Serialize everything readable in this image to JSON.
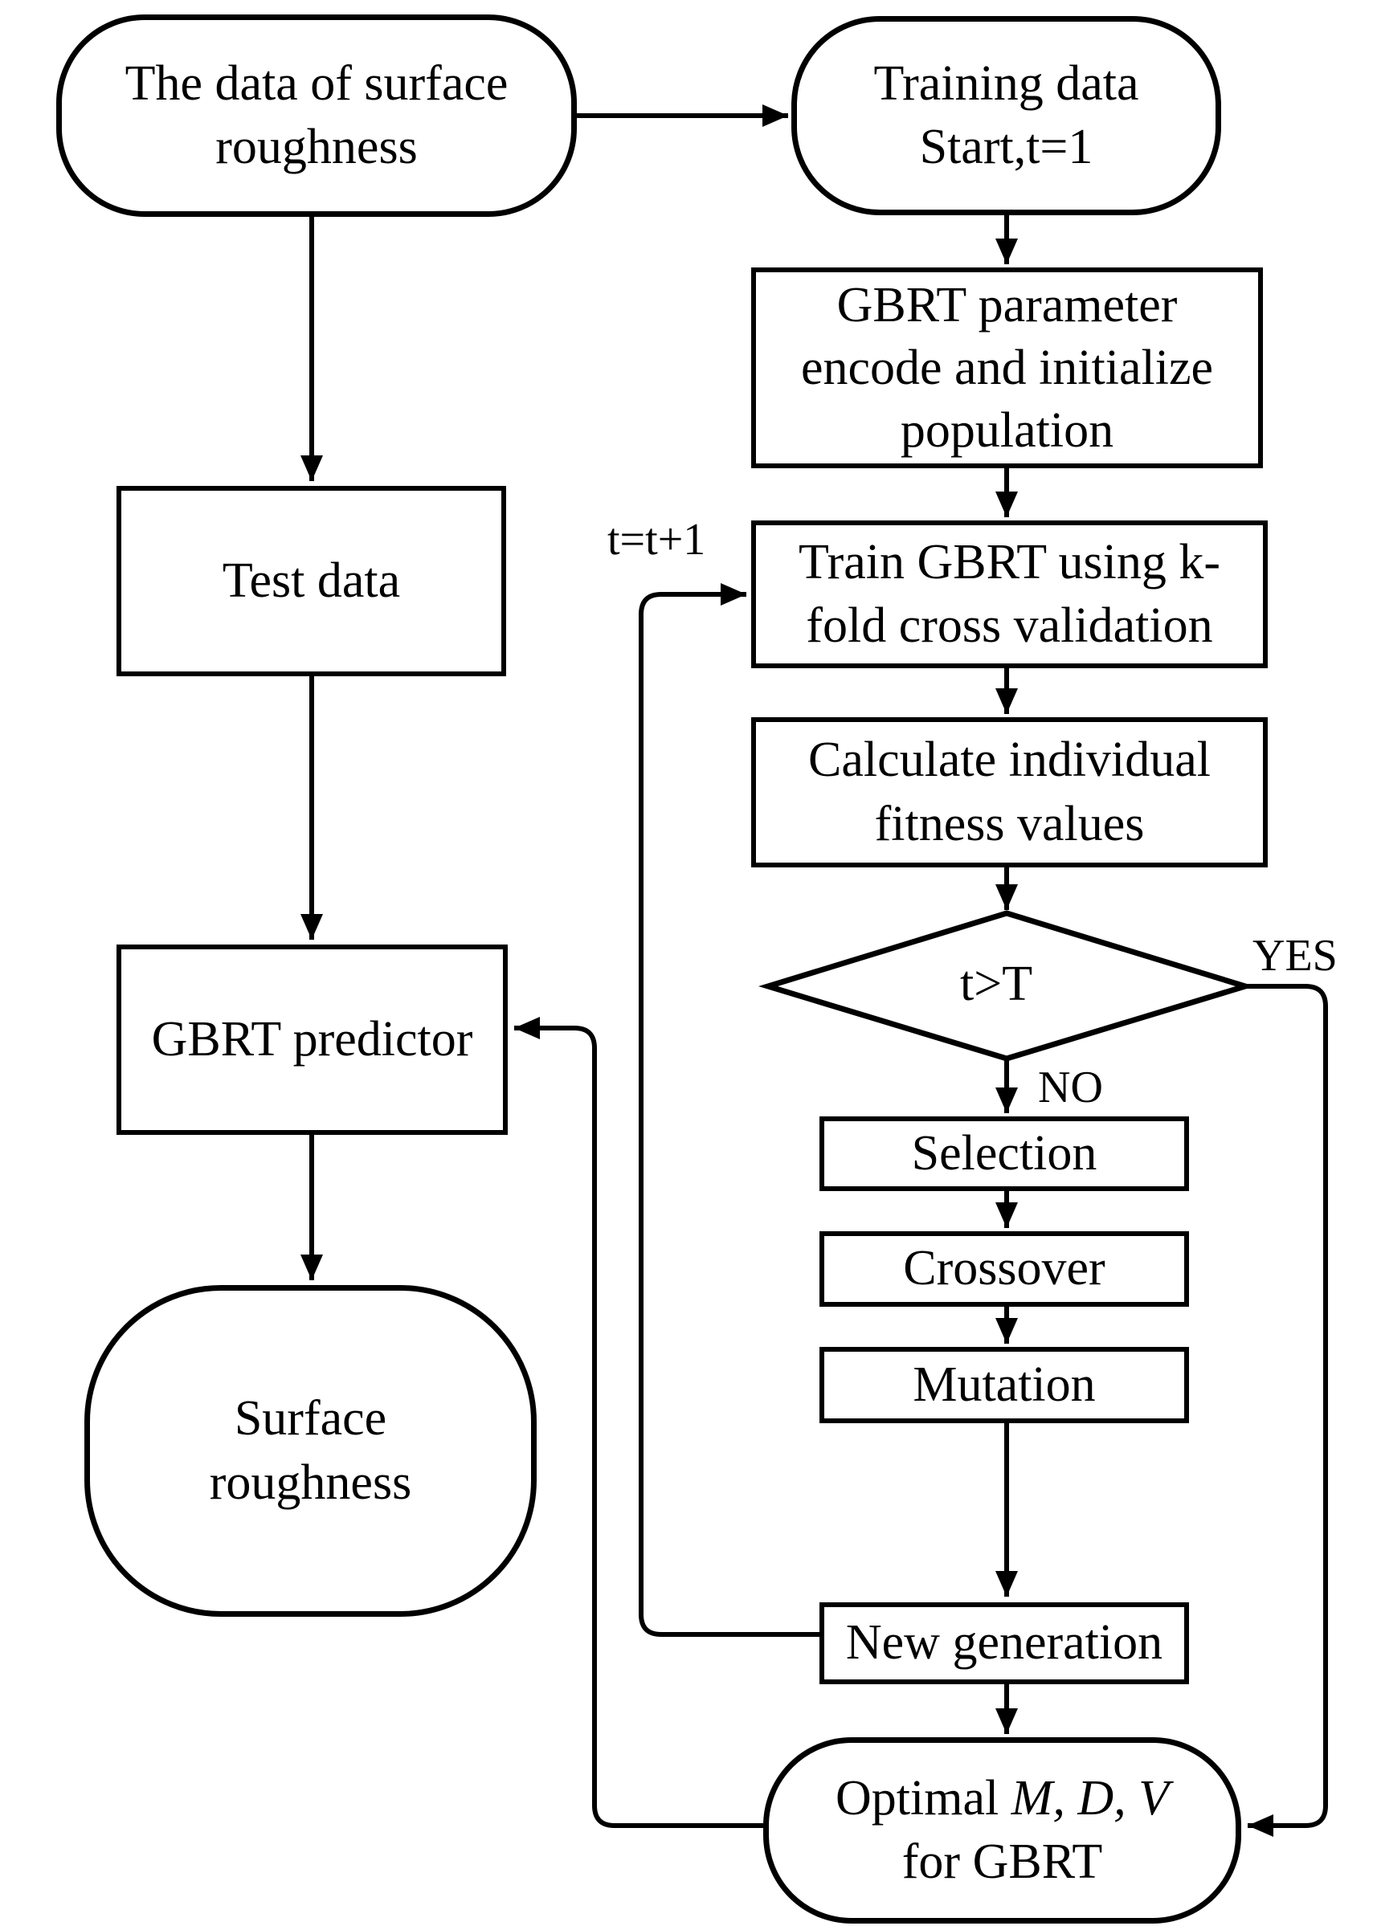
{
  "nodes": {
    "data_surface": {
      "line1": "The data of surface",
      "line2": "roughness"
    },
    "training_data": {
      "line1": "Training data",
      "line2": "Start,t=1"
    },
    "gbrt_param": {
      "line1": "GBRT parameter",
      "line2": "encode and initialize",
      "line3": "population"
    },
    "train_gbrt": {
      "line1": "Train GBRT using k-",
      "line2": "fold cross validation"
    },
    "calc_fitness": {
      "line1": "Calculate individual",
      "line2": "fitness values"
    },
    "decision": {
      "label": "t>T"
    },
    "selection": {
      "label": "Selection"
    },
    "crossover": {
      "label": "Crossover"
    },
    "mutation": {
      "label": "Mutation"
    },
    "new_generation": {
      "label": "New generation"
    },
    "test_data": {
      "label": "Test data"
    },
    "gbrt_predictor": {
      "label": "GBRT predictor"
    },
    "surface_roughness": {
      "line1": "Surface",
      "line2": "roughness"
    },
    "optimal": {
      "prefix": "Optimal ",
      "params": "M, D, V",
      "line2": "for GBRT"
    }
  },
  "edge_labels": {
    "loop": "t=t+1",
    "yes": "YES",
    "no": "NO"
  },
  "colors": {
    "stroke": "#000000",
    "background": "#ffffff"
  }
}
